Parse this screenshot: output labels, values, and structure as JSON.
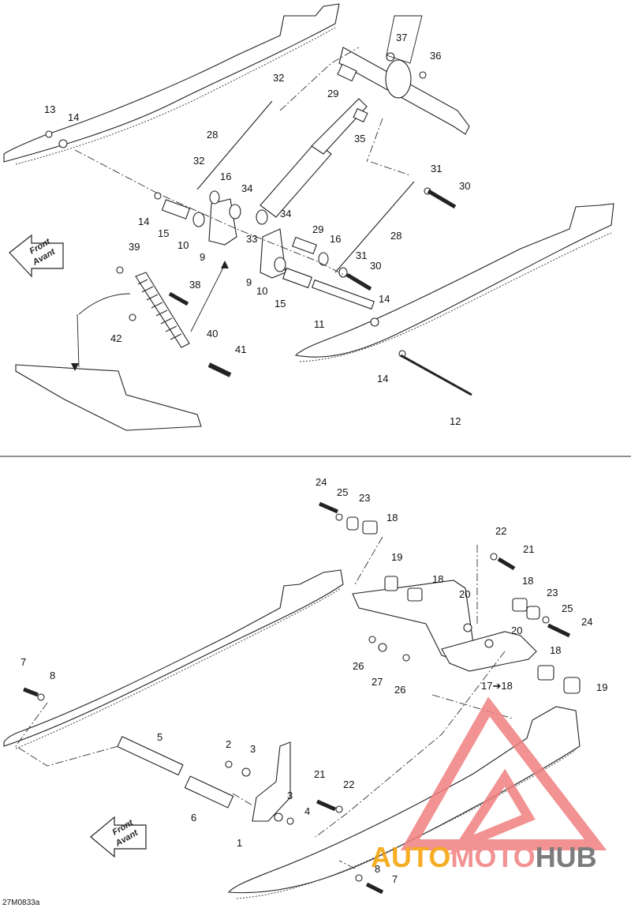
{
  "figure_code": "27M0833a",
  "front_arrow": {
    "line1": "Front",
    "line2": "Avant"
  },
  "watermark": {
    "part1": "AUTO",
    "part2": "MOTO",
    "part3": "HUB",
    "color_red": "#f08080",
    "color_gray": "#666666"
  },
  "callouts_top": [
    "37",
    "36",
    "32",
    "29",
    "13",
    "14",
    "28",
    "35",
    "32",
    "16",
    "34",
    "31",
    "30",
    "14",
    "15",
    "10",
    "33",
    "34",
    "9",
    "29",
    "16",
    "28",
    "39",
    "9",
    "31",
    "30",
    "10",
    "15",
    "38",
    "14",
    "11",
    "42",
    "40",
    "41",
    "14",
    "12"
  ],
  "callouts_bottom": [
    "24",
    "25",
    "23",
    "18",
    "22",
    "21",
    "19",
    "18",
    "20",
    "18",
    "23",
    "25",
    "24",
    "20",
    "7",
    "8",
    "26",
    "27",
    "26",
    "18",
    "17➔18",
    "19",
    "5",
    "2",
    "3",
    "21",
    "22",
    "3",
    "4",
    "6",
    "1",
    "8",
    "7"
  ]
}
